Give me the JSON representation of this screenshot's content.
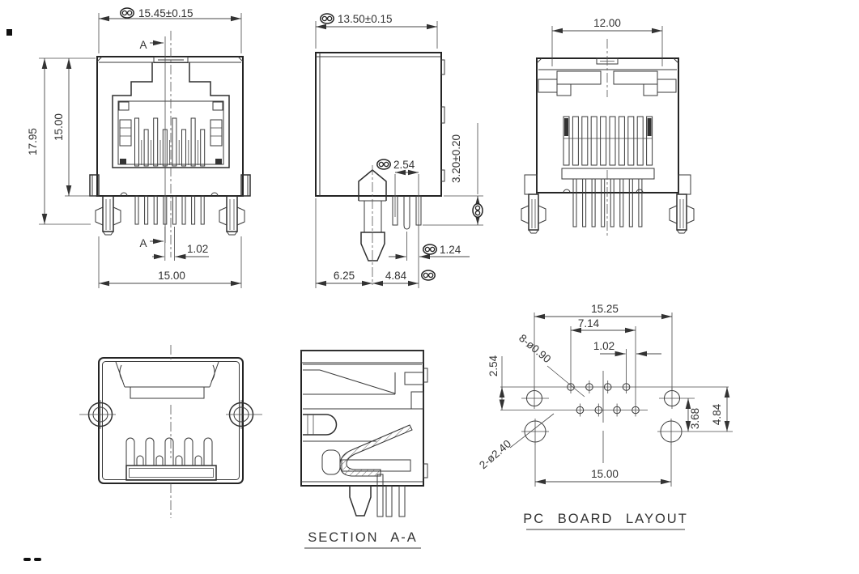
{
  "colors": {
    "background": "#ffffff",
    "ink": "#333333"
  },
  "front_view": {
    "dim_width": "15.45±0.15",
    "dim_total_height": "17.95",
    "dim_body_height": "15.00",
    "dim_pin_pitch": "1.02",
    "dim_bottom_width": "15.00",
    "section_marker_top": "A",
    "section_marker_bottom": "A"
  },
  "side_view": {
    "dim_depth": "13.50±0.15",
    "dim_pin_spacing": "2.54",
    "dim_standoff_height": "3.20±0.20",
    "dim_pin_offset": "1.24",
    "dim_front_to_latch": "6.25",
    "dim_latch_to_pin": "4.84"
  },
  "rear_view": {
    "dim_inner_width": "12.00"
  },
  "section_view": {
    "title": "SECTION A-A"
  },
  "pcb_layout": {
    "title": "PC BOARD LAYOUT",
    "dim_mount_span": "15.25",
    "dim_pin_span": "7.14",
    "dim_stagger": "1.02",
    "dim_row_pitch": "2.54",
    "dim_mount_to_lower_row": "3.68",
    "dim_mount_to_upper_row": "4.84",
    "dim_latch_span": "15.00",
    "callout_contact_holes": "8-ø0.90",
    "callout_latch_holes": "2-ø2.40"
  }
}
